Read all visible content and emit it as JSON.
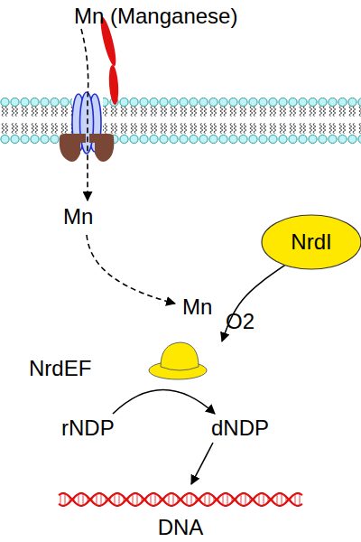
{
  "diagram": {
    "nodes": [
      {
        "text": [
          "NrdI"
        ]
      },
      {
        "text": [
          "NrdEF"
        ]
      },
      {
        "text": [
          "DNA"
        ]
      }
    ],
    "edges": [
      {
        "from": 0,
        "to": 1,
        "arrow": "to"
      }
    ],
    "labels": [
      "Mn (Manganese)",
      "Mn",
      "Mn",
      "O2",
      "rNDP",
      "dNDP"
    ]
  }
}
